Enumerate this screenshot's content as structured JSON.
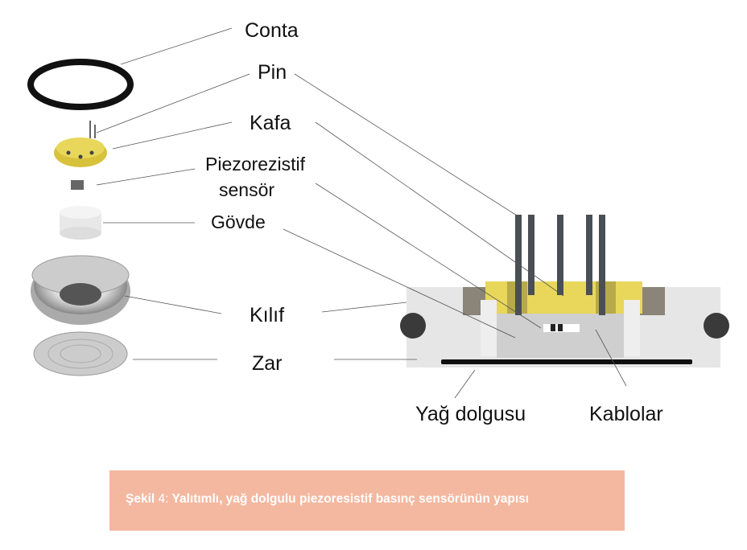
{
  "labels": {
    "conta": "Conta",
    "pin": "Pin",
    "kafa": "Kafa",
    "piezo_line1": "Piezorezistif",
    "piezo_line2": "sensör",
    "govde": "Gövde",
    "kilif": "Kılıf",
    "zar": "Zar",
    "yag": "Yağ dolgusu",
    "kablolar": "Kablolar"
  },
  "caption": {
    "prefix": "Şekil",
    "number": "4:",
    "text": "Yalıtımlı, yağ dolgulu piezoresistif basınç sensörünün yapısı"
  },
  "colors": {
    "caption_bg": "#f4b8a0",
    "head_yellow": "#e8d75a",
    "body_gray": "#e6e6e6",
    "pin_dark": "#4a4f55"
  }
}
